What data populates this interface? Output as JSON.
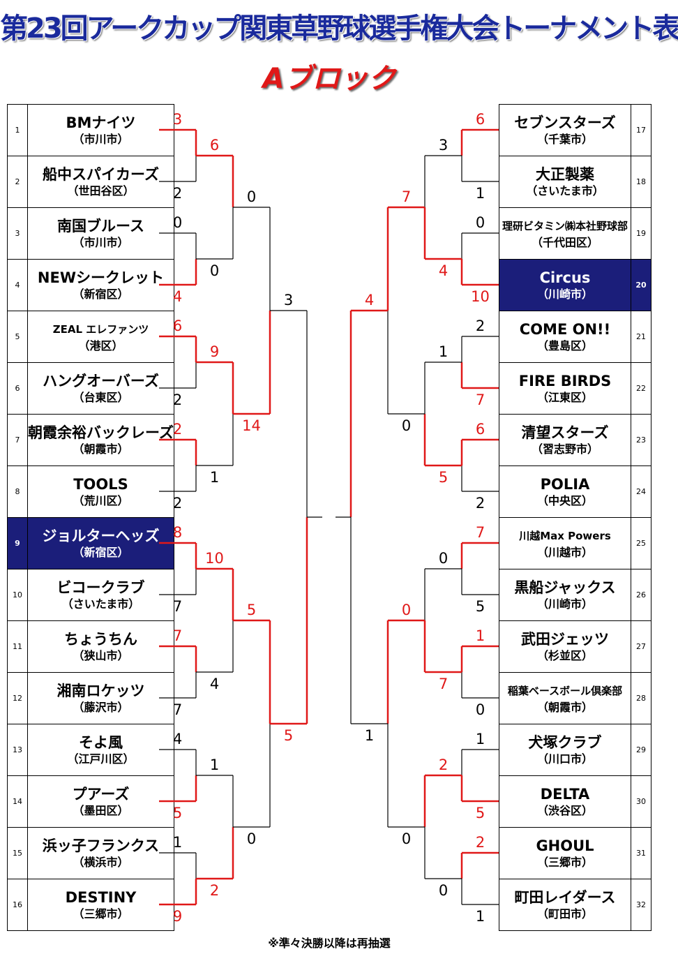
{
  "title": "第23回アークカップ関東草野球選手権大会トーナメント表",
  "subtitle": "Aブロック",
  "footnote": "※準々決勝以降は再抽選",
  "colors": {
    "win": "#e01818",
    "lose": "#000000",
    "highlight": "#1b1e7a"
  },
  "left_teams": [
    {
      "num": "1",
      "name": "BMナイツ",
      "city": "（市川市）"
    },
    {
      "num": "2",
      "name": "船中スパイカーズ",
      "city": "（世田谷区）"
    },
    {
      "num": "3",
      "name": "南国ブルース",
      "city": "（市川市）"
    },
    {
      "num": "4",
      "name": "NEWシークレット",
      "city": "（新宿区）"
    },
    {
      "num": "5",
      "name": "ZEAL エレファンツ",
      "city": "（港区）"
    },
    {
      "num": "6",
      "name": "ハングオーバーズ",
      "city": "（台東区）"
    },
    {
      "num": "7",
      "name": "朝霞余裕バックレーズ",
      "city": "（朝霞市）"
    },
    {
      "num": "8",
      "name": "TOOLS",
      "city": "（荒川区）"
    },
    {
      "num": "9",
      "name": "ジョルターヘッズ",
      "city": "（新宿区）"
    },
    {
      "num": "10",
      "name": "ビコークラブ",
      "city": "（さいたま市）"
    },
    {
      "num": "11",
      "name": "ちょうちん",
      "city": "（狭山市）"
    },
    {
      "num": "12",
      "name": "湘南ロケッツ",
      "city": "（藤沢市）"
    },
    {
      "num": "13",
      "name": "そよ風",
      "city": "（江戸川区）"
    },
    {
      "num": "14",
      "name": "プアーズ",
      "city": "（墨田区）"
    },
    {
      "num": "15",
      "name": "浜ッ子フランクス",
      "city": "（横浜市）"
    },
    {
      "num": "16",
      "name": "DESTINY",
      "city": "（三郷市）"
    }
  ],
  "right_teams": [
    {
      "num": "17",
      "name": "セブンスターズ",
      "city": "（千葉市）"
    },
    {
      "num": "18",
      "name": "大正製薬",
      "city": "（さいたま市）"
    },
    {
      "num": "19",
      "name": "理研ビタミン㈱本社野球部",
      "city": "（千代田区）"
    },
    {
      "num": "20",
      "name": "Circus",
      "city": "（川崎市）"
    },
    {
      "num": "21",
      "name": "COME ON!!",
      "city": "（豊島区）"
    },
    {
      "num": "22",
      "name": "FIRE BIRDS",
      "city": "（江東区）"
    },
    {
      "num": "23",
      "name": "清望スターズ",
      "city": "（習志野市）"
    },
    {
      "num": "24",
      "name": "POLIA",
      "city": "（中央区）"
    },
    {
      "num": "25",
      "name": "川越Max Powers",
      "city": "（川越市）"
    },
    {
      "num": "26",
      "name": "黒船ジャックス",
      "city": "（川崎市）"
    },
    {
      "num": "27",
      "name": "武田ジェッツ",
      "city": "（杉並区）"
    },
    {
      "num": "28",
      "name": "稲葉ベースボール倶楽部",
      "city": "（朝霞市）"
    },
    {
      "num": "29",
      "name": "犬塚クラブ",
      "city": "（川口市）"
    },
    {
      "num": "30",
      "name": "DELTA",
      "city": "（渋谷区）"
    },
    {
      "num": "31",
      "name": "GHOUL",
      "city": "（三郷市）"
    },
    {
      "num": "32",
      "name": "町田レイダース",
      "city": "（町田市）"
    }
  ],
  "left_round1": [
    {
      "top": "3",
      "bottom": "2",
      "winner": "top"
    },
    {
      "top": "0",
      "bottom": "4",
      "winner": "bottom"
    },
    {
      "top": "6",
      "bottom": "2",
      "winner": "top"
    },
    {
      "top": "2",
      "bottom": "2",
      "winner": "top"
    },
    {
      "top": "8",
      "bottom": "7",
      "winner": "top"
    },
    {
      "top": "7",
      "bottom": "7",
      "winner": "top"
    },
    {
      "top": "4",
      "bottom": "5",
      "winner": "bottom"
    },
    {
      "top": "1",
      "bottom": "9",
      "winner": "bottom"
    }
  ],
  "left_round2": [
    {
      "top": "6",
      "bottom": "0",
      "winner": "top"
    },
    {
      "top": "9",
      "bottom": "1",
      "winner": "top"
    },
    {
      "top": "10",
      "bottom": "4",
      "winner": "top"
    },
    {
      "top": "1",
      "bottom": "2",
      "winner": "bottom"
    }
  ],
  "left_round3": [
    {
      "top": "0",
      "bottom": "14",
      "winner": "bottom"
    },
    {
      "top": "5",
      "bottom": "0",
      "winner": "top"
    }
  ],
  "left_round4": {
    "top": "3",
    "bottom": "5",
    "winner": "bottom"
  },
  "right_round1": [
    {
      "top": "6",
      "bottom": "1",
      "winner": "top"
    },
    {
      "top": "0",
      "bottom": "10",
      "winner": "bottom"
    },
    {
      "top": "2",
      "bottom": "7",
      "winner": "bottom"
    },
    {
      "top": "6",
      "bottom": "2",
      "winner": "top"
    },
    {
      "top": "7",
      "bottom": "5",
      "winner": "top"
    },
    {
      "top": "1",
      "bottom": "0",
      "winner": "top"
    },
    {
      "top": "1",
      "bottom": "5",
      "winner": "bottom"
    },
    {
      "top": "2",
      "bottom": "1",
      "winner": "top"
    }
  ],
  "right_round2": [
    {
      "top": "3",
      "bottom": "4",
      "winner": "bottom"
    },
    {
      "top": "1",
      "bottom": "5",
      "winner": "bottom"
    },
    {
      "top": "0",
      "bottom": "7",
      "winner": "bottom"
    },
    {
      "top": "2",
      "bottom": "0",
      "winner": "top"
    }
  ],
  "right_round3": [
    {
      "top": "7",
      "bottom": "0",
      "winner": "top"
    },
    {
      "top": "0",
      "bottom": "0",
      "winner": "top"
    }
  ],
  "right_round4": {
    "top": "4",
    "bottom": "1",
    "winner": "top"
  }
}
